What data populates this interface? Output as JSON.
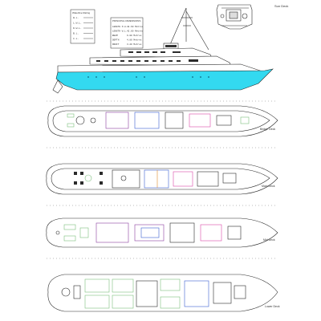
{
  "sheet": {
    "colors": {
      "line": "#2b2b2b",
      "hull_accent": "#33d9f0",
      "furniture_green": "#7dbf7d",
      "piping_purple": "#8a3fa0",
      "piping_pink": "#d94aa8",
      "piping_blue": "#3a5fd0",
      "piping_orange": "#e08a2a"
    }
  },
  "water_line_legend": {
    "title": "Waterline Rating",
    "rows": [
      "W.L.",
      "L.W.L.",
      "D.W.L.",
      "B.L.",
      "C.L."
    ]
  },
  "principal_dimensions": {
    "title": "PRINCIPAL DIMENSIONS",
    "rows": [
      {
        "label": "LENGTH O.A.",
        "value": "48.60 Metres"
      },
      {
        "label": "LENGTH W.L.",
        "value": "42.00 Metres"
      },
      {
        "label": "BEAM",
        "value": "9.00 Metres"
      },
      {
        "label": "DEPTH",
        "value": "4.80 Metres"
      },
      {
        "label": "DRAFT",
        "value": "3.20 Metres"
      }
    ]
  },
  "decks": {
    "sun": "Sun Deck",
    "bridge": "Bridge Deck",
    "main": "Main Deck",
    "mid": "Mid Deck",
    "lower": "Lower Deck"
  }
}
